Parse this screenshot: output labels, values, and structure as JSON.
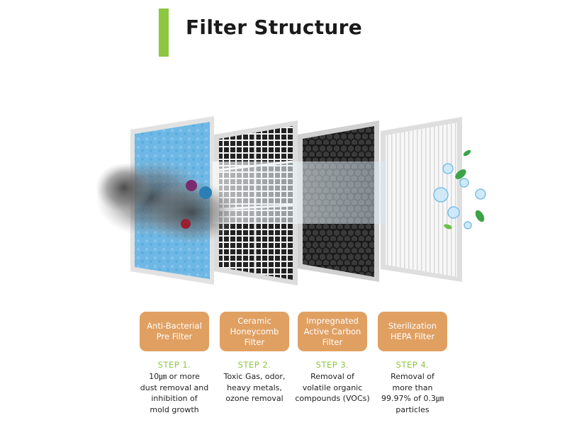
{
  "header": {
    "title": "Filter Structure"
  },
  "colors": {
    "accent": "#8dc63f",
    "label_bg": "#e0a062",
    "text": "#222222"
  },
  "filters": [
    {
      "icon": "pre-filter-icon",
      "label": "Anti-Bacterial\nPre Filter",
      "step": "STEP 1.",
      "description": "10㎛ or more\ndust removal and\ninhibition of\nmold growth"
    },
    {
      "icon": "honeycomb-filter-icon",
      "label": "Ceramic\nHoneycomb\nFilter",
      "step": "STEP 2.",
      "description": "Toxic Gas, odor,\nheavy metals,\nozone removal"
    },
    {
      "icon": "carbon-filter-icon",
      "label": "Impregnated\nActive Carbon\nFilter",
      "step": "STEP 3.",
      "description": "Removal of\nvolatile organic\ncompounds (VOCs)"
    },
    {
      "icon": "hepa-filter-icon",
      "label": "Sterilization\nHEPA Filter",
      "step": "STEP 4.",
      "description": "Removal of\nmore than\n99.97% of 0.3㎛\nparticles"
    }
  ]
}
